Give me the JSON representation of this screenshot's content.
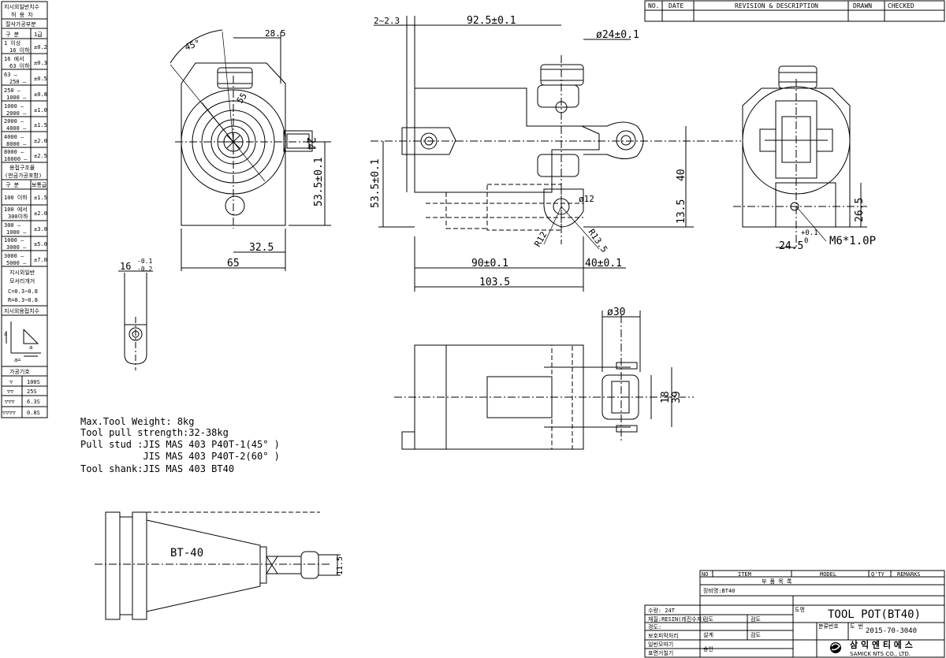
{
  "revision_table": {
    "headers": [
      "NO.",
      "DATE",
      "REVISION & DESCRIPTION",
      "DRAWN",
      "CHECKED"
    ]
  },
  "tolerance_table": {
    "title": [
      "지시외일반치수",
      "허 용 차"
    ],
    "section1_header": "절삭가공부분",
    "col_headers": [
      "구 분",
      "1급"
    ],
    "rows1": [
      {
        "range": [
          "1 이상",
          "16 이하"
        ],
        "tol": "±0.2"
      },
      {
        "range": [
          "16 에서",
          "63 이하"
        ],
        "tol": "±0.3"
      },
      {
        "range": [
          "63 –",
          "250 –"
        ],
        "tol": "±0.5"
      },
      {
        "range": [
          "250 –",
          "1000 –"
        ],
        "tol": "±0.8"
      },
      {
        "range": [
          "1000 –",
          "2000 –"
        ],
        "tol": "±1.0"
      },
      {
        "range": [
          "2000 –",
          "4000 –"
        ],
        "tol": "±1.5"
      },
      {
        "range": [
          "4000 –",
          "8000 –"
        ],
        "tol": "±2.0"
      },
      {
        "range": [
          "8000 –",
          "16000 –"
        ],
        "tol": "±2.5"
      }
    ],
    "section2_header": [
      "용접구조물",
      "(판금가공포함)"
    ],
    "col_headers2": [
      "구 분",
      "보통급"
    ],
    "rows2": [
      {
        "range": [
          "100 이하",
          ""
        ],
        "tol": "±1.5"
      },
      {
        "range": [
          "100 에서",
          "300이하"
        ],
        "tol": "±2.0"
      },
      {
        "range": [
          "300 –",
          "1000 –"
        ],
        "tol": "±3.0"
      },
      {
        "range": [
          "1000 –",
          "3000 –"
        ],
        "tol": "±5.0"
      },
      {
        "range": [
          "3000 –",
          "5000 –"
        ],
        "tol": "±7.0"
      }
    ],
    "chamfer": [
      "지시외일반",
      "모서리개거",
      "C=0.3~0.8",
      "R=0.3~0.8"
    ],
    "weld_title": "지시외용접치수",
    "weld_labels": {
      "a": "a",
      "a_eq": "a="
    },
    "finish_title": "가공기호",
    "finish_rows": [
      {
        "sym": "▽",
        "val": "100S"
      },
      {
        "sym": "▽▽",
        "val": "25S"
      },
      {
        "sym": "▽▽▽",
        "val": "6.3S"
      },
      {
        "sym": "▽▽▽▽",
        "val": "0.8S"
      }
    ]
  },
  "notes": [
    "Max.Tool Weight: 8kg",
    "Tool pull strength:32-38kg",
    "Pull stud :JIS MAS 403 P40T-1(45° )",
    "           JIS MAS 403 P40T-2(60° )",
    "Tool shank:JIS MAS 403 BT40"
  ],
  "dims": {
    "front": {
      "d285": "28.5",
      "d45deg": "45°",
      "d55": "55",
      "d535": "53.5±0.1",
      "d325": "32.5",
      "d65": "65",
      "d24label": "24"
    },
    "side": {
      "d2_23": "2~2.3",
      "d925": "92.5±0.1",
      "d24": "ø24±0.1",
      "d535": "53.5±0.1",
      "d40": "40",
      "d135": "13.5",
      "d12": "ø12",
      "r12": "R12",
      "r135": "R13.5",
      "d90": "90±0.1",
      "d40b": "40±0.1",
      "d1035": "103.5"
    },
    "right": {
      "d265": "26.5",
      "d245": "24.5",
      "tol_up": "+0.1",
      "tol_dn": "0",
      "m6": "M6*1.0P"
    },
    "detail": {
      "tol": "16",
      "tol_up": "-0.1",
      "tol_dn": "-0.2"
    },
    "top": {
      "d30": "ø30",
      "d18": "18",
      "d39": "39"
    },
    "tool": {
      "label": "BT-40",
      "d115": "11.5"
    }
  },
  "title_block": {
    "bom_headers": [
      "NO",
      "ITEM",
      "MODEL",
      "Q'TY",
      "REMARKS"
    ],
    "bom_title": "부 품 목 록",
    "part_name": "장비명:BT40",
    "qty": "수량:  24T",
    "material": "재질:RESIN(레진수지)",
    "hardness": "경도:",
    "surface": "보호피막처리",
    "general": "일반모따기",
    "finish": "표면거칠기",
    "design_label": "설계",
    "approve_label": "승인",
    "check_label1": "검도",
    "check_label2": "검도",
    "check_label3": "검도",
    "draw_label": "도명",
    "drawing_name": "TOOL POT(BT40)",
    "class_label": "분류번호",
    "drawing_no_label": "도 번",
    "drawing_no": "2015-70-3040",
    "company_kr": "삼 익 엔 티 에 스",
    "company_en": "SAMICK NTS CO., LTD."
  }
}
